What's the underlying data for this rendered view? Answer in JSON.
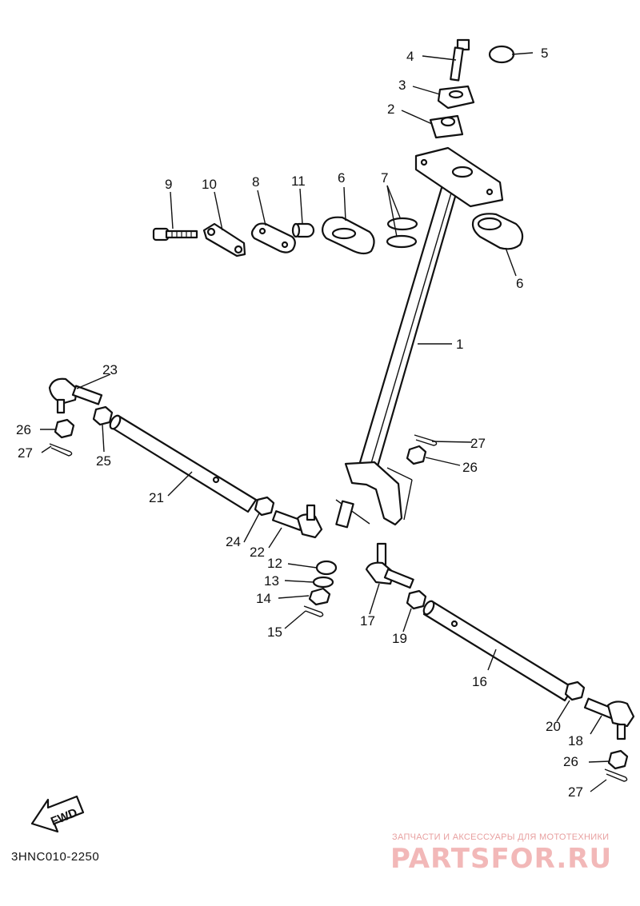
{
  "diagram_code": "3HNC010-2250",
  "fwd_label": "FWD",
  "watermark": {
    "tagline": "ЗАПЧАСТИ И АКСЕССУАРЫ ДЛЯ МОТОТЕХНИКИ",
    "logo": "PARTSFOR.RU"
  },
  "callouts": [
    {
      "label": "1"
    },
    {
      "label": "2"
    },
    {
      "label": "3"
    },
    {
      "label": "4"
    },
    {
      "label": "5"
    },
    {
      "label": "6"
    },
    {
      "label": "6"
    },
    {
      "label": "7"
    },
    {
      "label": "8"
    },
    {
      "label": "9"
    },
    {
      "label": "10"
    },
    {
      "label": "11"
    },
    {
      "label": "12"
    },
    {
      "label": "13"
    },
    {
      "label": "14"
    },
    {
      "label": "15"
    },
    {
      "label": "16"
    },
    {
      "label": "17"
    },
    {
      "label": "18"
    },
    {
      "label": "19"
    },
    {
      "label": "20"
    },
    {
      "label": "21"
    },
    {
      "label": "22"
    },
    {
      "label": "23"
    },
    {
      "label": "24"
    },
    {
      "label": "25"
    },
    {
      "label": "26"
    },
    {
      "label": "26"
    },
    {
      "label": "26"
    },
    {
      "label": "27"
    },
    {
      "label": "27"
    },
    {
      "label": "27"
    }
  ]
}
